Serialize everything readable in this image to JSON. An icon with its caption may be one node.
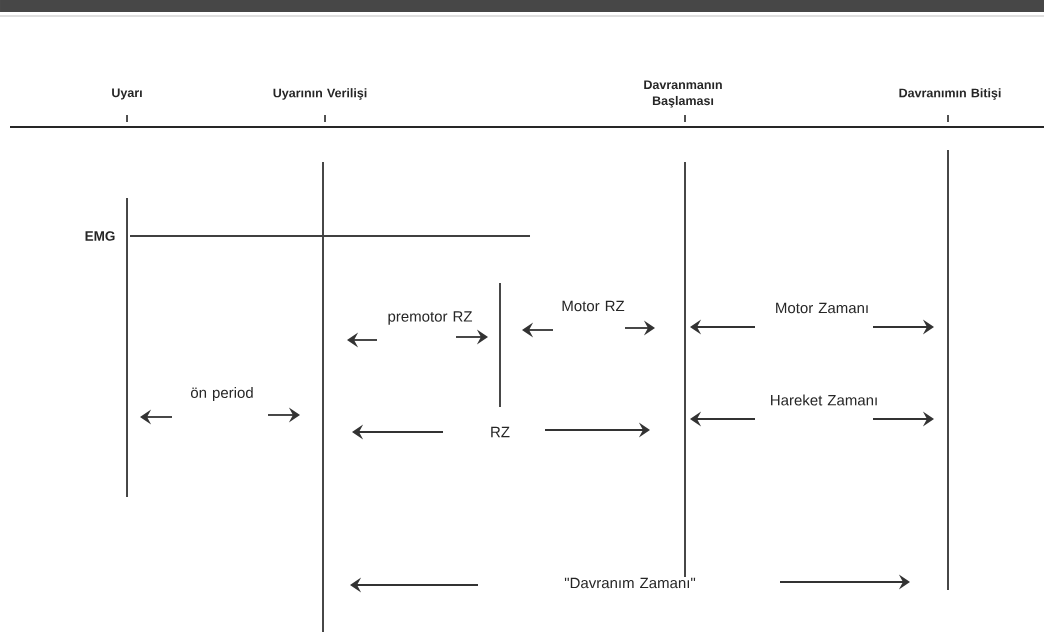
{
  "diagram": {
    "labels": [
      "Uyarı",
      "Uyarının Verilişi",
      "Davranmanın Başlaması",
      "Davranımın Bitişi",
      "EMG",
      "premotor RZ",
      "Motor RZ",
      "Motor Zamanı",
      "ön period",
      "Hareket Zamanı",
      "RZ",
      "\"Davranım Zamanı\""
    ]
  }
}
